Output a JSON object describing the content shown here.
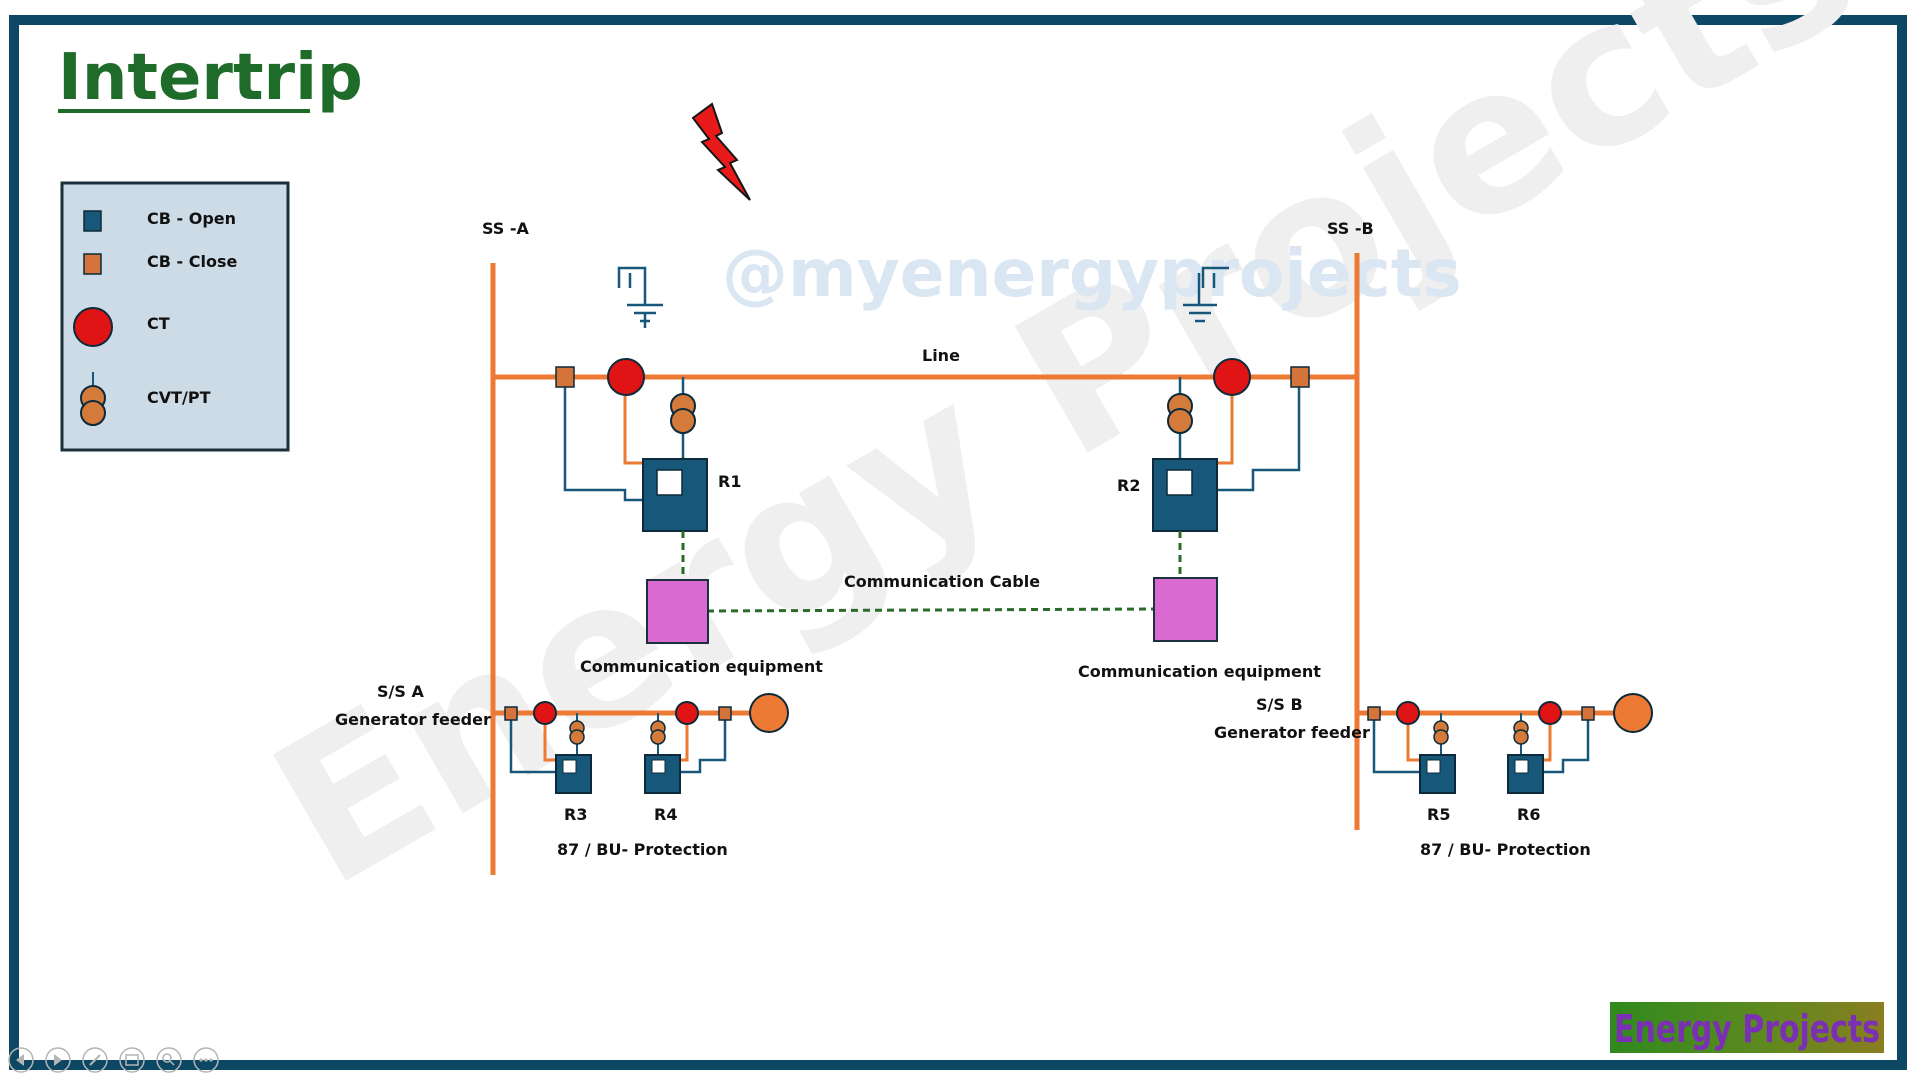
{
  "title": "Intertrip",
  "watermark_handle": "@myenergyprojects",
  "watermark_text": "Energy Projects",
  "brand": "Energy Projects",
  "legend": {
    "items": [
      {
        "symbol": "cb-open",
        "label": "CB - Open"
      },
      {
        "symbol": "cb-close",
        "label": "CB - Close"
      },
      {
        "symbol": "ct",
        "label": "CT"
      },
      {
        "symbol": "cvt-pt",
        "label": "CVT/PT"
      }
    ]
  },
  "labels": {
    "ss_a": "SS -A",
    "ss_b": "SS -B",
    "line": "Line",
    "r1": "R1",
    "r2": "R2",
    "communication_cable": "Communication Cable",
    "comm_equipment_a": "Communication equipment",
    "comm_equipment_b": "Communication equipment",
    "ss_a_gen": "S/S A",
    "ss_a_gen_feeder": "Generator feeder",
    "ss_b_gen": "S/S B",
    "ss_b_gen_feeder": "Generator feeder",
    "r3": "R3",
    "r4": "R4",
    "r5": "R5",
    "r6": "R6",
    "protection_a": "87 / BU- Protection",
    "protection_b": "87 / BU- Protection"
  },
  "colors": {
    "frame": "#0c4763",
    "busbar": "#ec7a35",
    "ct": "#e01414",
    "cvt": "#d47a3a",
    "relay": "#17587a",
    "cb_open": "#17587a",
    "cb_close": "#d4733a",
    "comm_equipment": "#d86ad2",
    "comm_link": "#2a6b2a",
    "fault": "#e81a1a",
    "title": "#1f6b2a",
    "legend_bg": "#ccdbe5",
    "brand_bg": "#3c8b22",
    "brand_text": "#7b2fb5"
  }
}
